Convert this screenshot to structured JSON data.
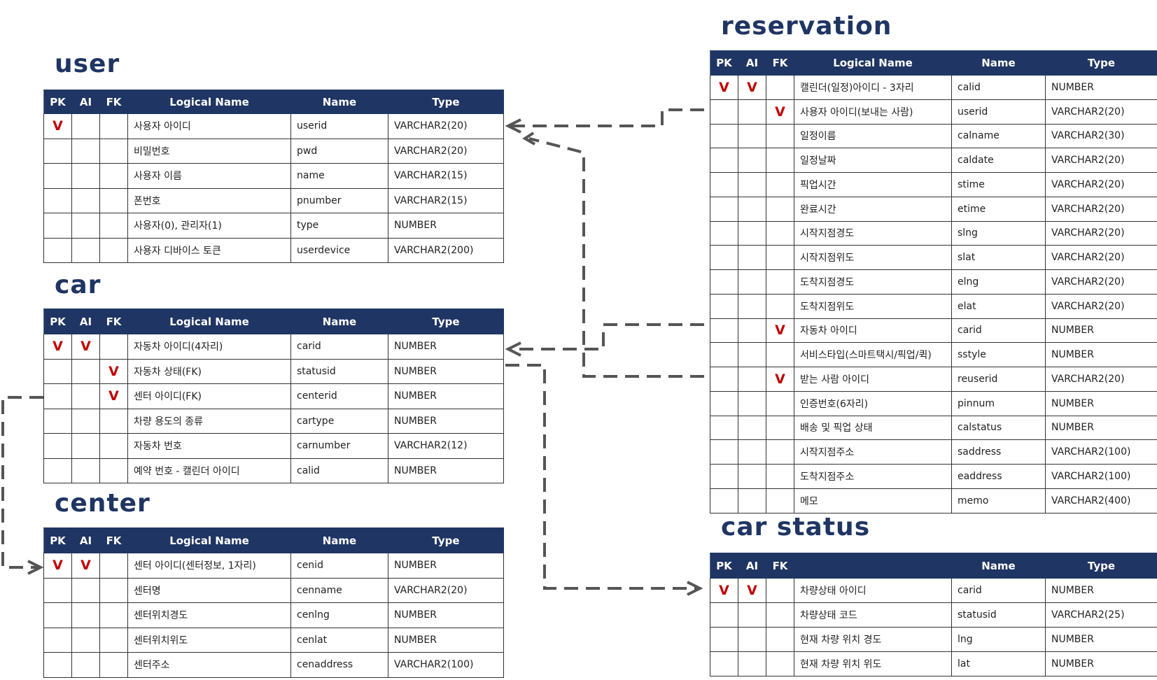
{
  "headers": {
    "pk": "PK",
    "ai": "AI",
    "fk": "FK",
    "logical": "Logical Name",
    "name": "Name",
    "type": "Type"
  },
  "tables": [
    {
      "id": "user",
      "title": "user",
      "rows": [
        {
          "pk": "V",
          "ai": "",
          "fk": "",
          "logical": "사용자 아이디",
          "name": "userid",
          "type": "VARCHAR2(20)"
        },
        {
          "pk": "",
          "ai": "",
          "fk": "",
          "logical": "비밀번호",
          "name": "pwd",
          "type": "VARCHAR2(20)"
        },
        {
          "pk": "",
          "ai": "",
          "fk": "",
          "logical": "사용자 이름",
          "name": "name",
          "type": "VARCHAR2(15)"
        },
        {
          "pk": "",
          "ai": "",
          "fk": "",
          "logical": "폰번호",
          "name": "pnumber",
          "type": "VARCHAR2(15)"
        },
        {
          "pk": "",
          "ai": "",
          "fk": "",
          "logical": "사용자(0), 관리자(1)",
          "name": "type",
          "type": "NUMBER"
        },
        {
          "pk": "",
          "ai": "",
          "fk": "",
          "logical": "사용자 디바이스 토큰",
          "name": "userdevice",
          "type": "VARCHAR2(200)"
        }
      ]
    },
    {
      "id": "car",
      "title": "car",
      "rows": [
        {
          "pk": "V",
          "ai": "V",
          "fk": "",
          "logical": "자동차 아이디(4자리)",
          "name": "carid",
          "type": "NUMBER"
        },
        {
          "pk": "",
          "ai": "",
          "fk": "V",
          "logical": "자동차 상태(FK)",
          "name": "statusid",
          "type": "NUMBER"
        },
        {
          "pk": "",
          "ai": "",
          "fk": "V",
          "logical": "센터 아이디(FK)",
          "name": "centerid",
          "type": "NUMBER"
        },
        {
          "pk": "",
          "ai": "",
          "fk": "",
          "logical": "차량 용도의 종류",
          "name": "cartype",
          "type": "NUMBER"
        },
        {
          "pk": "",
          "ai": "",
          "fk": "",
          "logical": "자동차 번호",
          "name": "carnumber",
          "type": "VARCHAR2(12)"
        },
        {
          "pk": "",
          "ai": "",
          "fk": "",
          "logical": "예약 번호 - 캘린더 아이디",
          "name": "calid",
          "type": "NUMBER"
        }
      ]
    },
    {
      "id": "center",
      "title": "center",
      "rows": [
        {
          "pk": "V",
          "ai": "V",
          "fk": "",
          "logical": "센터 아이디(센터정보, 1자리)",
          "name": "cenid",
          "type": "NUMBER"
        },
        {
          "pk": "",
          "ai": "",
          "fk": "",
          "logical": "센터명",
          "name": "cenname",
          "type": "VARCHAR2(20)"
        },
        {
          "pk": "",
          "ai": "",
          "fk": "",
          "logical": "센터위치경도",
          "name": "cenlng",
          "type": "NUMBER"
        },
        {
          "pk": "",
          "ai": "",
          "fk": "",
          "logical": "센터위치위도",
          "name": "cenlat",
          "type": "NUMBER"
        },
        {
          "pk": "",
          "ai": "",
          "fk": "",
          "logical": "센터주소",
          "name": "cenaddress",
          "type": "VARCHAR2(100)"
        }
      ]
    },
    {
      "id": "reservation",
      "title": "reservation",
      "rows": [
        {
          "pk": "V",
          "ai": "V",
          "fk": "",
          "logical": "캘린더(일정)아이디 - 3자리",
          "name": "calid",
          "type": "NUMBER"
        },
        {
          "pk": "",
          "ai": "",
          "fk": "V",
          "logical": "사용자 아이디(보내는 사람)",
          "name": "userid",
          "type": "VARCHAR2(20)"
        },
        {
          "pk": "",
          "ai": "",
          "fk": "",
          "logical": "일정이름",
          "name": "calname",
          "type": "VARCHAR2(30)"
        },
        {
          "pk": "",
          "ai": "",
          "fk": "",
          "logical": "일정날짜",
          "name": "caldate",
          "type": "VARCHAR2(20)"
        },
        {
          "pk": "",
          "ai": "",
          "fk": "",
          "logical": "픽업시간",
          "name": "stime",
          "type": "VARCHAR2(20)"
        },
        {
          "pk": "",
          "ai": "",
          "fk": "",
          "logical": "완료시간",
          "name": "etime",
          "type": "VARCHAR2(20)"
        },
        {
          "pk": "",
          "ai": "",
          "fk": "",
          "logical": "시작지점경도",
          "name": "slng",
          "type": "VARCHAR2(20)"
        },
        {
          "pk": "",
          "ai": "",
          "fk": "",
          "logical": "시작지점위도",
          "name": "slat",
          "type": "VARCHAR2(20)"
        },
        {
          "pk": "",
          "ai": "",
          "fk": "",
          "logical": "도착지점경도",
          "name": "elng",
          "type": "VARCHAR2(20)"
        },
        {
          "pk": "",
          "ai": "",
          "fk": "",
          "logical": "도착지점위도",
          "name": "elat",
          "type": "VARCHAR2(20)"
        },
        {
          "pk": "",
          "ai": "",
          "fk": "V",
          "logical": "자동차 아이디",
          "name": "carid",
          "type": "NUMBER"
        },
        {
          "pk": "",
          "ai": "",
          "fk": "",
          "logical": "서비스타입(스마트택시/픽업/퀵)",
          "name": "sstyle",
          "type": "NUMBER"
        },
        {
          "pk": "",
          "ai": "",
          "fk": "V",
          "logical": "받는 사람 아이디",
          "name": "reuserid",
          "type": "VARCHAR2(20)"
        },
        {
          "pk": "",
          "ai": "",
          "fk": "",
          "logical": "인증번호(6자리)",
          "name": "pinnum",
          "type": "NUMBER"
        },
        {
          "pk": "",
          "ai": "",
          "fk": "",
          "logical": "배송 및 픽업 상태",
          "name": "calstatus",
          "type": "NUMBER"
        },
        {
          "pk": "",
          "ai": "",
          "fk": "",
          "logical": "시작지점주소",
          "name": "saddress",
          "type": "VARCHAR2(100)"
        },
        {
          "pk": "",
          "ai": "",
          "fk": "",
          "logical": "도착지점주소",
          "name": "eaddress",
          "type": "VARCHAR2(100)"
        },
        {
          "pk": "",
          "ai": "",
          "fk": "",
          "logical": "메모",
          "name": "memo",
          "type": "VARCHAR2(400)"
        }
      ]
    },
    {
      "id": "car-status",
      "title": "car status",
      "hide_logical_header": true,
      "rows": [
        {
          "pk": "V",
          "ai": "V",
          "fk": "",
          "logical": "차량상태 아이디",
          "name": "carid",
          "type": "NUMBER"
        },
        {
          "pk": "",
          "ai": "",
          "fk": "",
          "logical": "차량상태 코드",
          "name": "statusid",
          "type": "VARCHAR2(25)"
        },
        {
          "pk": "",
          "ai": "",
          "fk": "",
          "logical": "현재 차량 위치 경도",
          "name": "lng",
          "type": "NUMBER"
        },
        {
          "pk": "",
          "ai": "",
          "fk": "",
          "logical": "현재 차량 위치 위도",
          "name": "lat",
          "type": "NUMBER"
        }
      ]
    }
  ],
  "colors": {
    "header_bg": "#1f3563",
    "title": "#1f3563",
    "flag": "#c00000",
    "connector": "#555555"
  }
}
